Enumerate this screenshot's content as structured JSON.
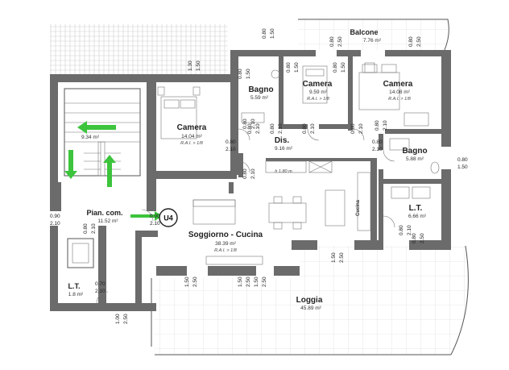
{
  "unit_label": "U4",
  "rooms": {
    "balcone": {
      "name": "Balcone",
      "area": "7.76 m²"
    },
    "bagno1": {
      "name": "Bagno",
      "area": "5.59 m²"
    },
    "camera1": {
      "name": "Camera",
      "area": "9.59 m²",
      "rai": "R.A.I. > 1/8"
    },
    "camera2": {
      "name": "Camera",
      "area": "14.08 m²",
      "rai": "R.A.I. > 1/8"
    },
    "camera3": {
      "name": "Camera",
      "area": "14.04 m²",
      "rai": "R.A.I. > 1/8"
    },
    "dis": {
      "name": "Dis.",
      "area": "9.16 m²"
    },
    "bagno2": {
      "name": "Bagno",
      "area": "5.88 m²"
    },
    "lt1": {
      "name": "L.T.",
      "area": "6.66 m²"
    },
    "soggiorno": {
      "name": "Soggiorno - Cucina",
      "area": "38.39 m²",
      "rai": "R.A.I. > 1/8"
    },
    "cucina": {
      "name": "Cucina"
    },
    "loggia": {
      "name": "Loggia",
      "area": "45.89 m²"
    },
    "pian": {
      "name": "Pian. com.",
      "area": "11.52 m²"
    },
    "lt2": {
      "name": "L.T.",
      "area": "1.8 m²"
    },
    "stair": {
      "area": "9.34 m²"
    }
  },
  "h_label": "h 1.80 m",
  "dims": {
    "d1": [
      "0.80",
      "1.50"
    ],
    "d2": [
      "0.80",
      "2.50"
    ],
    "d3": [
      "0.80",
      "2.50"
    ],
    "d4": [
      "1.30",
      "1.50"
    ],
    "d5": [
      "0.80",
      "1.50"
    ],
    "d6": [
      "0.80",
      "1.50"
    ],
    "d7": [
      "0.80",
      "1.50"
    ],
    "d8": [
      "0.80",
      "2.10"
    ],
    "d9": [
      "0.80",
      "2.10"
    ],
    "d10": [
      "0.80",
      "2.10"
    ],
    "d11": [
      "0.80",
      "2.10"
    ],
    "d12": [
      "0.80",
      "2.10"
    ],
    "d13": [
      "0.80",
      "2.10"
    ],
    "d14": [
      "0.80",
      "2.10"
    ],
    "d15": [
      "0.80",
      "1.50"
    ],
    "d16": [
      "0.80",
      "2.10"
    ],
    "d17": [
      "0.80",
      "2.10"
    ],
    "d18": [
      "0.90",
      "2.10"
    ],
    "d19": [
      "0.90",
      "2.10"
    ],
    "d20": [
      "0.80",
      "2.10"
    ],
    "d21": [
      "0.80",
      "2.50"
    ],
    "d22": [
      "1.50",
      "2.50"
    ],
    "d23": [
      "1.50",
      "2.50"
    ],
    "d24": [
      "1.50",
      "2.50"
    ],
    "d25": [
      "1.50",
      "2.50"
    ],
    "d26": [
      "0.70",
      "2.10"
    ],
    "d27": [
      "1.00",
      "2.50"
    ],
    "d28": [
      "0.80",
      "2.10"
    ]
  }
}
